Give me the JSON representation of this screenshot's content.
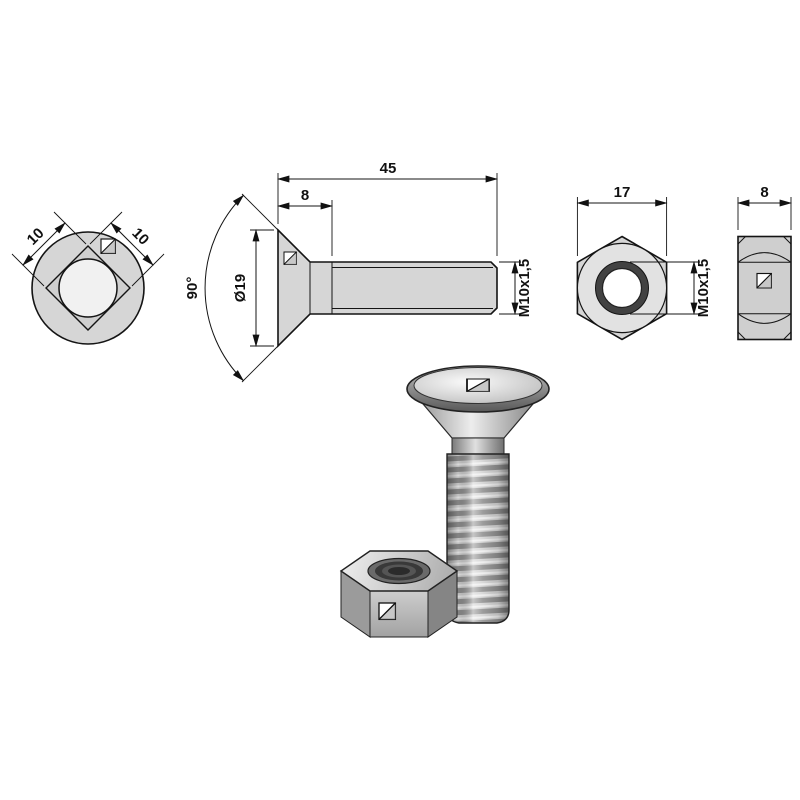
{
  "drawing": {
    "type": "technical-drawing",
    "subject": "countersunk plough bolt with square neck and hex nut",
    "colors": {
      "background": "#ffffff",
      "line": "#111111",
      "metal_light": "#d6d6d6",
      "metal_dark": "#6a6a6a"
    },
    "labels": {
      "head_front": {
        "side_left": "10",
        "side_right": "10"
      },
      "bolt_side": {
        "countersink_angle": "90°",
        "head_diameter": "Ø19",
        "head_length": "8",
        "shank_length": "45",
        "thread": "M10x1,5"
      },
      "nut_front": {
        "width_across_flats": "17",
        "thread": "M10x1,5"
      },
      "nut_side": {
        "thickness": "8"
      }
    }
  }
}
